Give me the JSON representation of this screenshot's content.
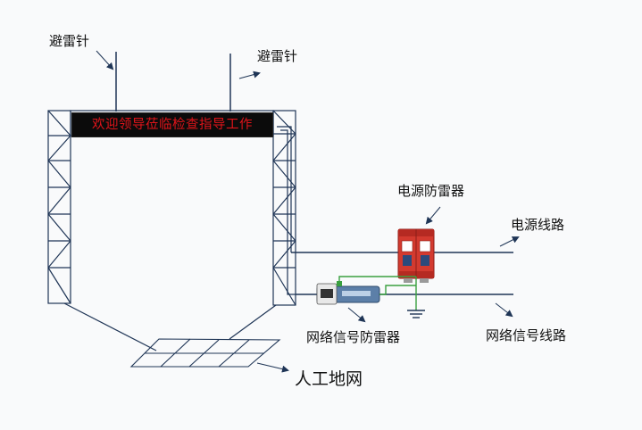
{
  "diagram": {
    "labels": {
      "rod_left": "避雷针",
      "rod_right": "避雷针",
      "power_arrester": "电源防雷器",
      "power_line": "电源线路",
      "network_arrester": "网络信号防雷器",
      "network_line": "网络信号线路",
      "ground_grid": "人工地网"
    },
    "led_sign_text": "欢迎领导莅临检查指导工作",
    "colors": {
      "frame": "#1f3556",
      "led_background": "#0b0b0b",
      "led_text": "#e0141a",
      "surge_protector_body": "#d33a2f",
      "ground_wire": "#3aa040"
    }
  }
}
